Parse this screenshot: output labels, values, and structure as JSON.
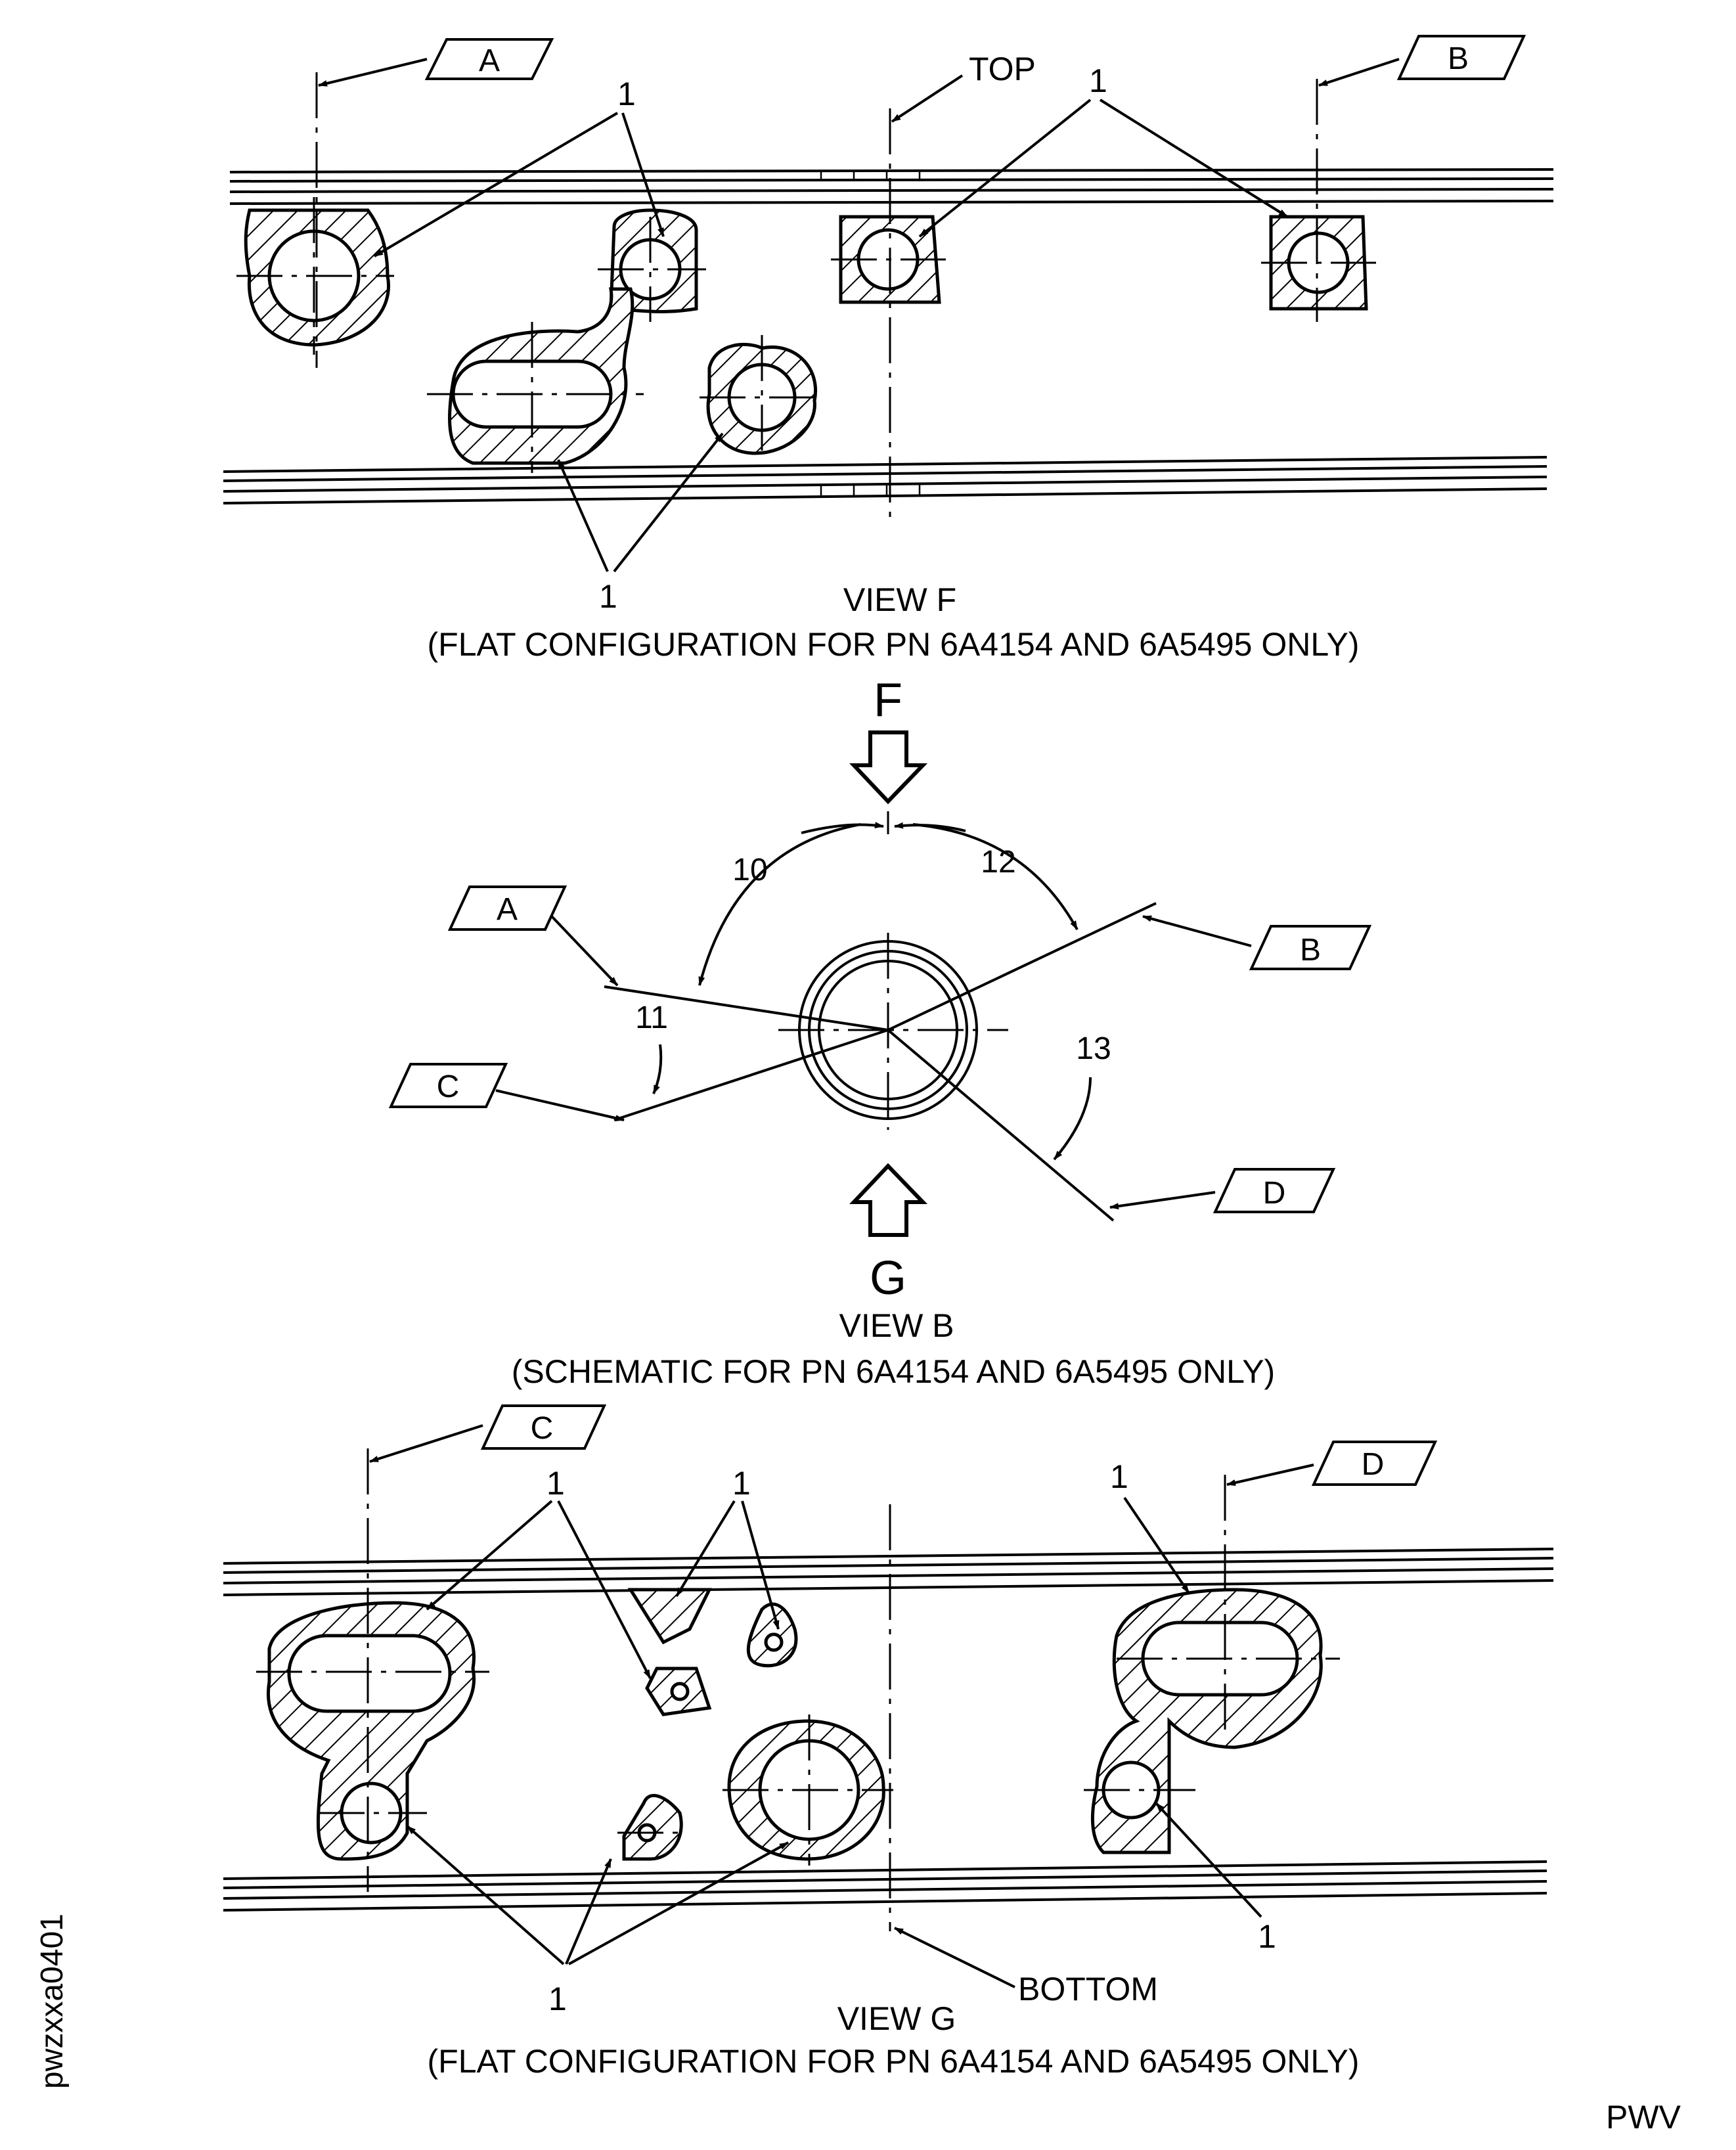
{
  "view_f": {
    "caption_title": "VIEW F",
    "caption_note": "(FLAT CONFIGURATION FOR PN 6A4154 AND 6A5495 ONLY)",
    "label_top": "TOP",
    "section_a": "A",
    "section_b": "B",
    "callout": "1"
  },
  "view_b": {
    "caption_title": "VIEW B",
    "caption_note": "(SCHEMATIC FOR PN 6A4154 AND 6A5495 ONLY)",
    "arrow_f": "F",
    "arrow_g": "G",
    "tag_a": "A",
    "tag_b": "B",
    "tag_c": "C",
    "tag_d": "D",
    "angle_10": "10",
    "angle_11": "11",
    "angle_12": "12",
    "angle_13": "13"
  },
  "view_g": {
    "caption_title": "VIEW G",
    "caption_note": "(FLAT CONFIGURATION FOR PN 6A4154 AND 6A5495 ONLY)",
    "label_bottom": "BOTTOM",
    "section_c": "C",
    "section_d": "D",
    "callout": "1"
  },
  "figure_id": "pwzxxa0401",
  "footer_code": "PWV"
}
